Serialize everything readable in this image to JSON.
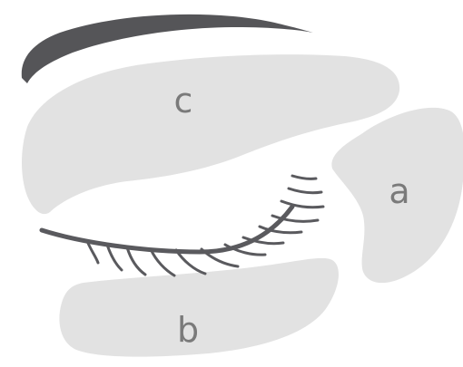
{
  "labels": {
    "a": "a",
    "b": "b",
    "c": "c"
  },
  "colors": {
    "background": "#ffffff",
    "zone_fill": "#e2e2e2",
    "brow": "#555558",
    "eyelid_line": "#5a5a5e",
    "label_text": "#7a7a7a"
  }
}
